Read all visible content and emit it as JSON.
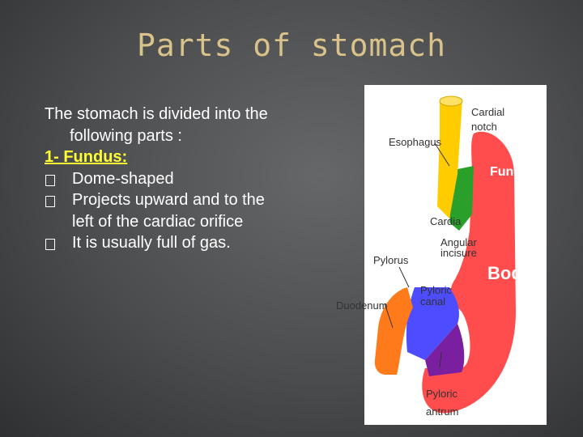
{
  "slide": {
    "title": "Parts of stomach",
    "intro_line1": "The stomach is divided into the",
    "intro_line2": "following parts :",
    "section_heading": "1- Fundus:",
    "bullets": [
      {
        "line1": "Dome-shaped",
        "line2": ""
      },
      {
        "line1": "Projects upward and to the",
        "line2": "left of the cardiac orifice"
      },
      {
        "line1": "It is usually full of gas.",
        "line2": ""
      }
    ]
  },
  "diagram": {
    "labels": {
      "cardial_notch_1": "Cardial",
      "cardial_notch_2": "notch",
      "esophagus": "Esophagus",
      "fundus": "Fundus",
      "cardia": "Cardia",
      "angular_1": "Angular",
      "angular_2": "incisure",
      "pylorus": "Pylorus",
      "body": "Body",
      "pyloric_canal_1": "Pyloric",
      "pyloric_canal_2": "canal",
      "duodenum": "Duodenum",
      "pyloric_antrum_1": "Pyloric",
      "pyloric_antrum_2": "antrum"
    },
    "colors": {
      "esophagus": "#ffcc00",
      "cardia": "#2aa02a",
      "fundus_body": "#ff4d4d",
      "pyloric_canal": "#4d4dff",
      "antrum": "#7a1fa0",
      "duodenum": "#ff7a1a",
      "label_background": "#ffffff"
    }
  }
}
